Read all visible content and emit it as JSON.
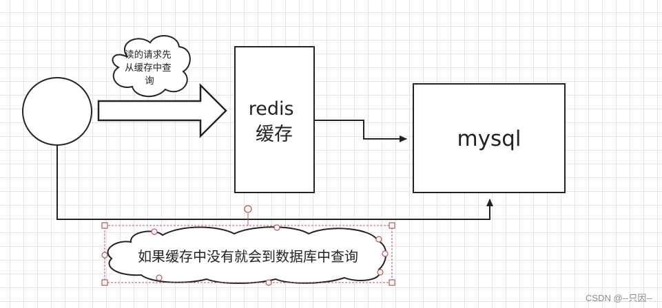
{
  "nodes": {
    "client": {},
    "redis": {
      "lines": [
        "redis",
        "缓存"
      ]
    },
    "mysql": {
      "label": "mysql"
    }
  },
  "notes": {
    "read_cloud": {
      "lines": [
        "读的请求先",
        "从缓存中查",
        "询"
      ]
    },
    "fallback_cloud": {
      "label": "如果缓存中没有就会到数据库中查询"
    }
  },
  "watermark": "CSDN @--只因--",
  "colors": {
    "stroke": "#222222",
    "selection": "#b85450",
    "grid": "#e4e4e4"
  }
}
